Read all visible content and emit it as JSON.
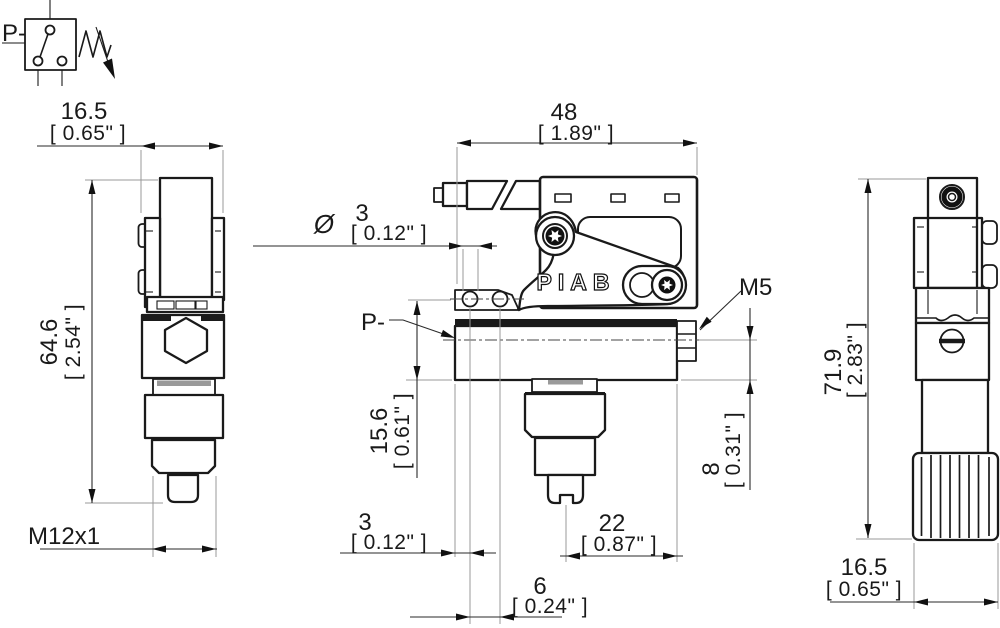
{
  "title": "PIAB unit dimensional drawing",
  "colors": {
    "line": "#1a1a1a",
    "dimension": "#2a2a2a",
    "extension": "#999999",
    "shade": "#9a9a9a",
    "background": "#ffffff"
  },
  "symbol": {
    "port": "P-"
  },
  "views": {
    "left": {
      "width_mm": "16.5",
      "width_in": "[ 0.65\" ]",
      "height_mm": "64.6",
      "height_in": "[ 2.54\" ]",
      "thread": "M12x1"
    },
    "front": {
      "logo": "PIAB",
      "port": "P-",
      "port_thread": "M5",
      "dia_symbol": "Ø",
      "overall_width_mm": "48",
      "overall_width_in": "[ 1.89\" ]",
      "hole_dia_mm": "3",
      "hole_dia_in": "[ 0.12\" ]",
      "port_depth_mm": "15.6",
      "port_depth_in": "[ 0.61\" ]",
      "m5_offset_mm": "8",
      "m5_offset_in": "[ 0.31\" ]",
      "hole_edge_mm": "3",
      "hole_edge_in": "[ 0.12\" ]",
      "hole_pitch_mm": "6",
      "hole_pitch_in": "[ 0.24\" ]",
      "fitting_offset_mm": "22",
      "fitting_offset_in": "[ 0.87\" ]"
    },
    "right": {
      "height_mm": "71.9",
      "height_in": "[ 2.83\" ]",
      "width_mm": "16.5",
      "width_in": "[ 0.65\" ]"
    }
  }
}
